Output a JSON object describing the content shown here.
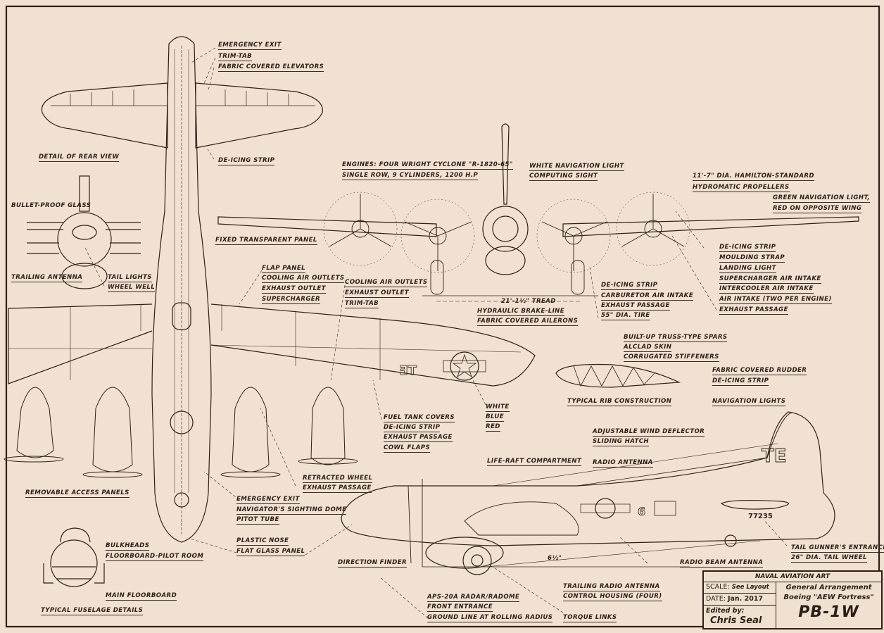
{
  "drawing": {
    "subject": "Boeing PB-1W AEW Fortress general arrangement",
    "colors": {
      "paper": "#f0e1d2",
      "ink": "#2e2018",
      "border": "#2a1f18"
    }
  },
  "title_block": {
    "header": "NAVAL AVIATION ART",
    "scale_label": "SCALE:",
    "scale_value": "See Layout",
    "date_label": "DATE:",
    "date_value": "Jan. 2017",
    "edited_by_label": "Edited by:",
    "editor": "Chris Seal",
    "line1": "General Arrangement",
    "line2": "Boeing \"AEW Fortress\"",
    "model": "PB-1W"
  },
  "markings": {
    "wing_code": "TE",
    "tail_code": "TE",
    "fuselage_number": "6",
    "serial": "77235"
  },
  "dimensions": {
    "tread": "21'-1½\" Tread",
    "ground_angle": "6½°"
  },
  "section_titles": {
    "rear_view": "Detail Of Rear View",
    "rib": "Typical Rib Construction",
    "fuselage": "Typical Fuselage Details"
  },
  "labels": {
    "emergency_exit_top": "Emergency Exit",
    "trim_tab_top": "Trim-Tab",
    "fabric_elevators": "Fabric Covered Elevators",
    "deicing_tail": "De-Icing Strip",
    "bullet_proof_glass": "Bullet-Proof Glass",
    "trailing_antenna": "Trailing Antenna",
    "tail_lights": "Tail Lights",
    "wheel_well": "Wheel Well",
    "fixed_transparent_panel": "Fixed Transparent Panel",
    "engines_line1": "Engines: Four Wright Cyclone \"R-1820-65\"",
    "engines_line2": "Single Row, 9 Cylinders, 1200 H.P",
    "white_nav_light": "White Navigation Light",
    "computing_sight": "Computing Sight",
    "propellers_line1": "11'-7\" Dia. Hamilton-Standard",
    "propellers_line2": "Hydromatic Propellers",
    "green_nav_line1": "Green Navigation Light,",
    "green_nav_line2": "Red On Opposite Wing",
    "deicing_wing": "De-Icing Strip",
    "moulding_strap": "Moulding Strap",
    "landing_light": "Landing Light",
    "supercharger_air_intake": "Supercharger Air Intake",
    "intercooler_air_intake": "Intercooler Air Intake",
    "air_intake": "Air Intake (Two Per Engine)",
    "exhaust_passage_front": "Exhaust Passage",
    "deicing_nacelle": "De-Icing Strip",
    "carburetor_air_intake": "Carburetor Air Intake",
    "exhaust_passage_nacelle": "Exhaust Passage",
    "tire": "55\" Dia. Tire",
    "hydraulic_brake_line": "Hydraulic Brake-Line",
    "fabric_ailerons": "Fabric Covered Ailerons",
    "flap_panel": "Flap Panel",
    "cooling_air_outlets_1": "Cooling Air Outlets",
    "exhaust_outlet_1": "Exhaust Outlet",
    "supercharger": "Supercharger",
    "cooling_air_outlets_2": "Cooling Air Outlets",
    "exhaust_outlet_2": "Exhaust Outlet",
    "trim_tab_wing": "Trim-Tab",
    "built_up_spars": "Built-Up Truss-Type Spars",
    "alclad_skin": "Alclad Skin",
    "corrugated_stiffeners": "Corrugated Stiffeners",
    "fabric_rudder": "Fabric Covered Rudder",
    "deicing_fin": "De-Icing Strip",
    "navigation_lights": "Navigation Lights",
    "fuel_tank_covers": "Fuel Tank Covers",
    "deicing_lower": "De-Icing Strip",
    "exhaust_passage_lower": "Exhaust Passage",
    "cowl_flaps": "Cowl Flaps",
    "white": "White",
    "blue": "Blue",
    "red": "Red",
    "adjustable_wind_deflector": "Adjustable Wind Deflector",
    "sliding_hatch": "Sliding Hatch",
    "radio_antenna": "Radio Antenna",
    "life_raft": "Life-Raft Compartment",
    "retracted_wheel": "Retracted Wheel",
    "exhaust_passage_retracted": "Exhaust Passage",
    "removable_access_panels": "Removable Access Panels",
    "emergency_exit_nose": "Emergency Exit",
    "navigator_dome": "Navigator's Sighting Dome",
    "pitot_tube": "Pitot Tube",
    "plastic_nose": "Plastic Nose",
    "flat_glass_panel": "Flat Glass Panel",
    "bulkheads": "Bulkheads",
    "floorboard_pilot": "Floorboard-Pilot Room",
    "main_floorboard": "Main Floorboard",
    "direction_finder": "Direction Finder",
    "radar": "APS-20A Radar/Radome",
    "front_entrance": "Front Entrance",
    "ground_line": "Ground Line At Rolling Radius",
    "trailing_radio_antenna": "Trailing Radio Antenna",
    "control_housing": "Control Housing (Four)",
    "torque_links": "Torque Links",
    "radio_beam_antenna": "Radio Beam Antenna",
    "tail_gunner_entrance": "Tail Gunner's Entrance",
    "tail_wheel": "26\" Dia. Tail Wheel"
  }
}
